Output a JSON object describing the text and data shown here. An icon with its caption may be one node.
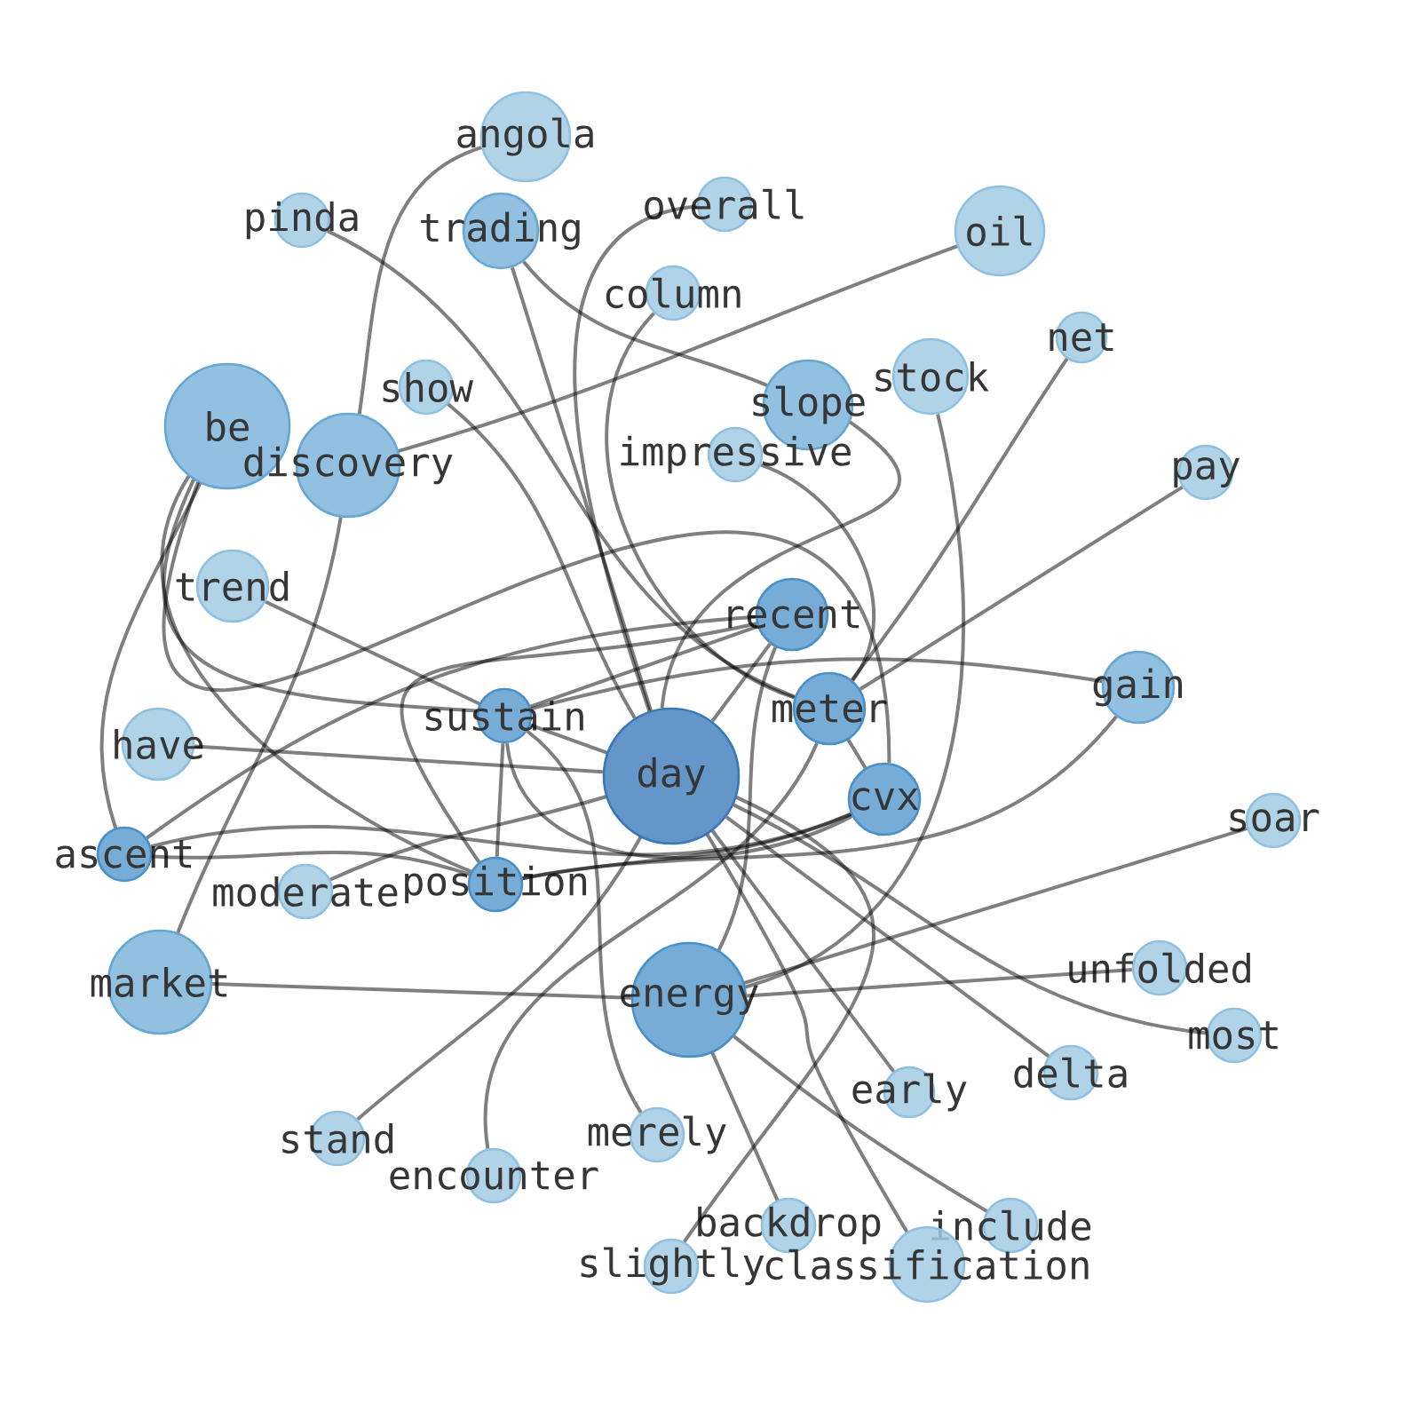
{
  "diagram": {
    "nodes": [
      {
        "text": [
          "angola"
        ]
      },
      {
        "text": [
          "overall"
        ]
      },
      {
        "text": [
          "pinda"
        ]
      },
      {
        "text": [
          "trading"
        ]
      },
      {
        "text": [
          "oil"
        ]
      },
      {
        "text": [
          "column"
        ]
      },
      {
        "text": [
          "net"
        ]
      },
      {
        "text": [
          "stock"
        ]
      },
      {
        "text": [
          "show"
        ]
      },
      {
        "text": [
          "slope"
        ]
      },
      {
        "text": [
          "be"
        ]
      },
      {
        "text": [
          "discovery"
        ]
      },
      {
        "text": [
          "impressive"
        ]
      },
      {
        "text": [
          "pay"
        ]
      },
      {
        "text": [
          "trend"
        ]
      },
      {
        "text": [
          "recent"
        ]
      },
      {
        "text": [
          "gain"
        ]
      },
      {
        "text": [
          "meter"
        ]
      },
      {
        "text": [
          "sustain"
        ]
      },
      {
        "text": [
          "have"
        ]
      },
      {
        "text": [
          "day"
        ]
      },
      {
        "text": [
          "cvx"
        ]
      },
      {
        "text": [
          "soar"
        ]
      },
      {
        "text": [
          "ascent"
        ]
      },
      {
        "text": [
          "moderate"
        ]
      },
      {
        "text": [
          "position"
        ]
      },
      {
        "text": [
          "unfolded"
        ]
      },
      {
        "text": [
          "market"
        ]
      },
      {
        "text": [
          "energy"
        ]
      },
      {
        "text": [
          "most"
        ]
      },
      {
        "text": [
          "delta"
        ]
      },
      {
        "text": [
          "early"
        ]
      },
      {
        "text": [
          "merely"
        ]
      },
      {
        "text": [
          "stand"
        ]
      },
      {
        "text": [
          "encounter"
        ]
      },
      {
        "text": [
          "include"
        ]
      },
      {
        "text": [
          "backdrop"
        ]
      },
      {
        "text": [
          "classification"
        ]
      },
      {
        "text": [
          "slightly"
        ]
      }
    ],
    "edges": [
      {
        "from": 0,
        "to": 11,
        "arrow": "none"
      },
      {
        "from": 11,
        "to": 27,
        "arrow": "none"
      },
      {
        "from": 4,
        "to": 11,
        "arrow": "none"
      },
      {
        "from": 2,
        "to": 17,
        "arrow": "none"
      },
      {
        "from": 3,
        "to": 20,
        "arrow": "none"
      },
      {
        "from": 3,
        "to": 9,
        "arrow": "none"
      },
      {
        "from": 1,
        "to": 20,
        "arrow": "none"
      },
      {
        "from": 5,
        "to": 17,
        "arrow": "none"
      },
      {
        "from": 12,
        "to": 17,
        "arrow": "none"
      },
      {
        "from": 6,
        "to": 17,
        "arrow": "none"
      },
      {
        "from": 13,
        "to": 17,
        "arrow": "none"
      },
      {
        "from": 7,
        "to": 28,
        "arrow": "none"
      },
      {
        "from": 9,
        "to": 20,
        "arrow": "none"
      },
      {
        "from": 8,
        "to": 20,
        "arrow": "none"
      },
      {
        "from": 14,
        "to": 18,
        "arrow": "none"
      },
      {
        "from": 18,
        "to": 20,
        "arrow": "none"
      },
      {
        "from": 19,
        "to": 20,
        "arrow": "none"
      },
      {
        "from": 24,
        "to": 20,
        "arrow": "none"
      },
      {
        "from": 27,
        "to": 28,
        "arrow": "none"
      },
      {
        "from": 28,
        "to": 22,
        "arrow": "none"
      },
      {
        "from": 28,
        "to": 26,
        "arrow": "none"
      },
      {
        "from": 20,
        "to": 29,
        "arrow": "none"
      },
      {
        "from": 20,
        "to": 30,
        "arrow": "none"
      },
      {
        "from": 20,
        "to": 31,
        "arrow": "none"
      },
      {
        "from": 20,
        "to": 37,
        "arrow": "none"
      },
      {
        "from": 20,
        "to": 38,
        "arrow": "none"
      },
      {
        "from": 28,
        "to": 36,
        "arrow": "none"
      },
      {
        "from": 28,
        "to": 35,
        "arrow": "none"
      },
      {
        "from": 33,
        "to": 20,
        "arrow": "none"
      },
      {
        "from": 15,
        "to": 20,
        "arrow": "none"
      },
      {
        "from": 34,
        "to": 17,
        "arrow": "none"
      },
      {
        "from": 15,
        "to": 28,
        "arrow": "none"
      },
      {
        "from": 10,
        "to": 23,
        "arrow": "none"
      },
      {
        "from": 10,
        "to": 25,
        "arrow": "none"
      },
      {
        "from": 10,
        "to": 18,
        "arrow": "none"
      },
      {
        "from": 10,
        "to": 21,
        "arrow": "none"
      },
      {
        "from": 15,
        "to": 18,
        "arrow": "none"
      },
      {
        "from": 18,
        "to": 32,
        "arrow": "none"
      },
      {
        "from": 18,
        "to": 25,
        "arrow": "none"
      },
      {
        "from": 18,
        "to": 16,
        "arrow": "none"
      },
      {
        "from": 18,
        "to": 21,
        "arrow": "none"
      },
      {
        "from": 23,
        "to": 15,
        "arrow": "none"
      },
      {
        "from": 23,
        "to": 21,
        "arrow": "none"
      },
      {
        "from": 23,
        "to": 25,
        "arrow": "none"
      },
      {
        "from": 25,
        "to": 21,
        "arrow": "none"
      },
      {
        "from": 25,
        "to": 16,
        "arrow": "none"
      },
      {
        "from": 25,
        "to": 15,
        "arrow": "none"
      },
      {
        "from": 17,
        "to": 21,
        "arrow": "none"
      }
    ]
  }
}
